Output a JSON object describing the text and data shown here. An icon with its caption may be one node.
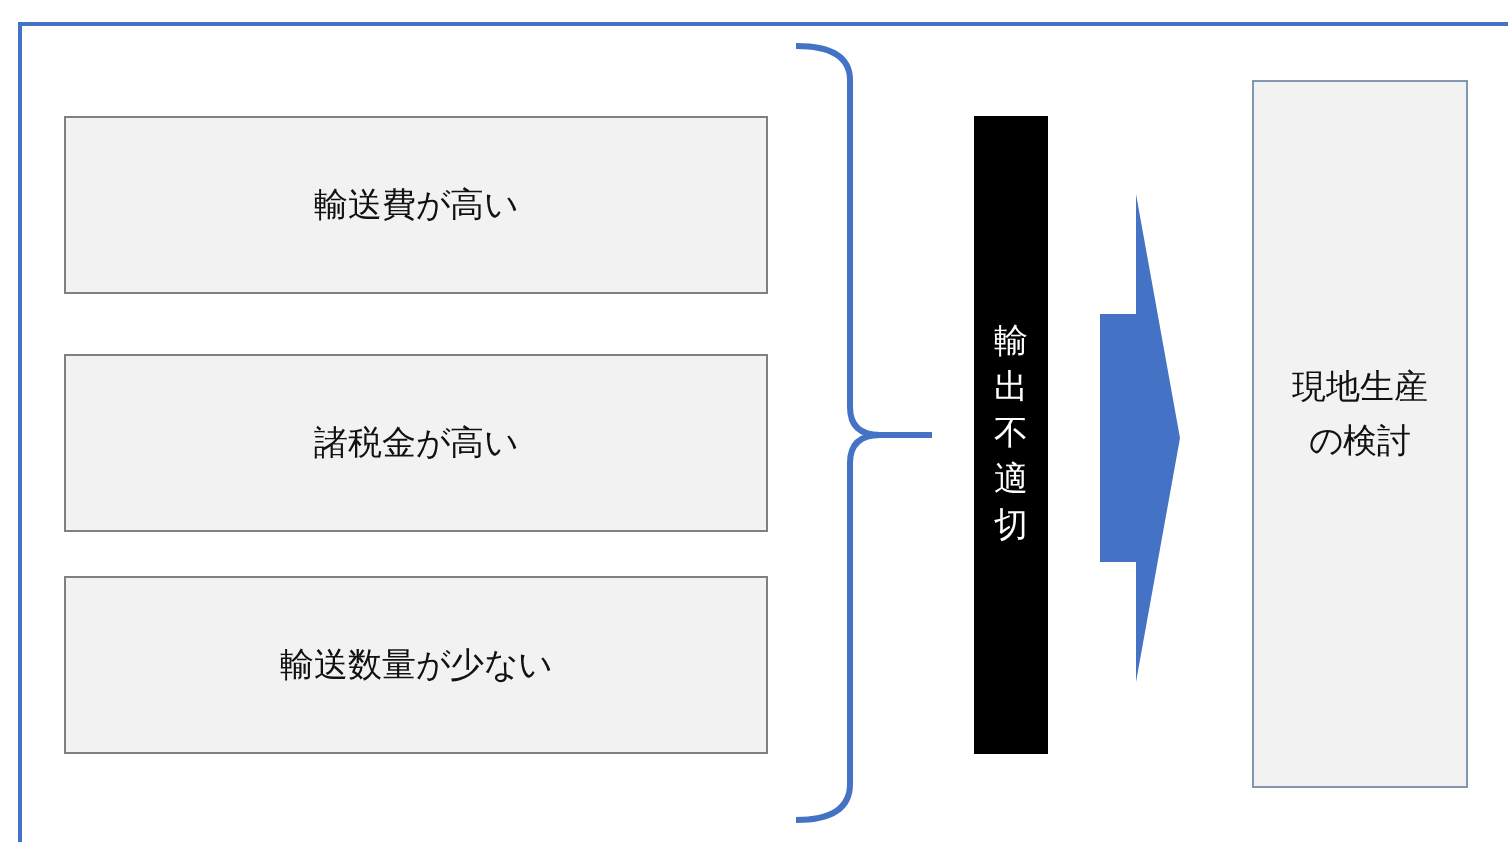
{
  "diagram": {
    "nodes": [
      {
        "text": [
          "輸送費が高い"
        ]
      },
      {
        "text": [
          "諸税金が高い"
        ]
      },
      {
        "text": [
          "輸送数量が少ない"
        ]
      },
      {
        "text": [
          "輸出不適切"
        ]
      },
      {
        "text": [
          "現地生産の検討"
        ]
      }
    ],
    "edges": [
      {
        "from": 3,
        "to": 4,
        "arrow": "to"
      }
    ]
  }
}
